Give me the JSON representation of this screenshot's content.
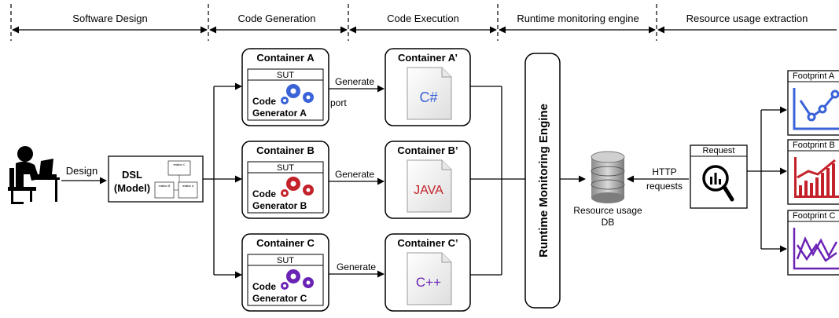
{
  "phases": [
    "Software Design",
    "Code Generation",
    "Code Execution",
    "Runtime monitoring engine",
    "Resource usage extraction"
  ],
  "design_label": "Design",
  "dsl": {
    "line1": "DSL",
    "line2": "(Model)",
    "rel_a": "relation A",
    "rel_b": "relation B",
    "rel_c": "relation C"
  },
  "containers": [
    {
      "title": "Container A",
      "sut": "SUT",
      "gen_line1": "Code",
      "gen_line2": "Generator A",
      "arrow": "Generate",
      "extra": "port",
      "out_title": "Container A’",
      "lang": "C#"
    },
    {
      "title": "Container B",
      "sut": "SUT",
      "gen_line1": "Code",
      "gen_line2": "Generator B",
      "arrow": "Generate",
      "out_title": "Container B’",
      "lang": "JAVA"
    },
    {
      "title": "Container C",
      "sut": "SUT",
      "gen_line1": "Code",
      "gen_line2": "Generator C",
      "arrow": "Generate",
      "out_title": "Container C’",
      "lang": "C++"
    }
  ],
  "engine_label": "Runtime Monitoring Engine",
  "db": {
    "line1": "Resource usage",
    "line2": "DB"
  },
  "http": {
    "line1": "HTTP",
    "line2": "requests"
  },
  "request_label": "Request",
  "footprints": [
    "Footprint A",
    "Footprint B",
    "Footprint C"
  ],
  "colors": {
    "gear_a": "#3a63d8",
    "gear_b": "#c4222a",
    "gear_c": "#6a23b5",
    "chart_a": "#3a63d8",
    "chart_b": "#c4222a",
    "chart_c": "#6a23b5",
    "lang_a": "#3a63d8",
    "lang_b": "#c4222a",
    "lang_c": "#6a23b5"
  }
}
